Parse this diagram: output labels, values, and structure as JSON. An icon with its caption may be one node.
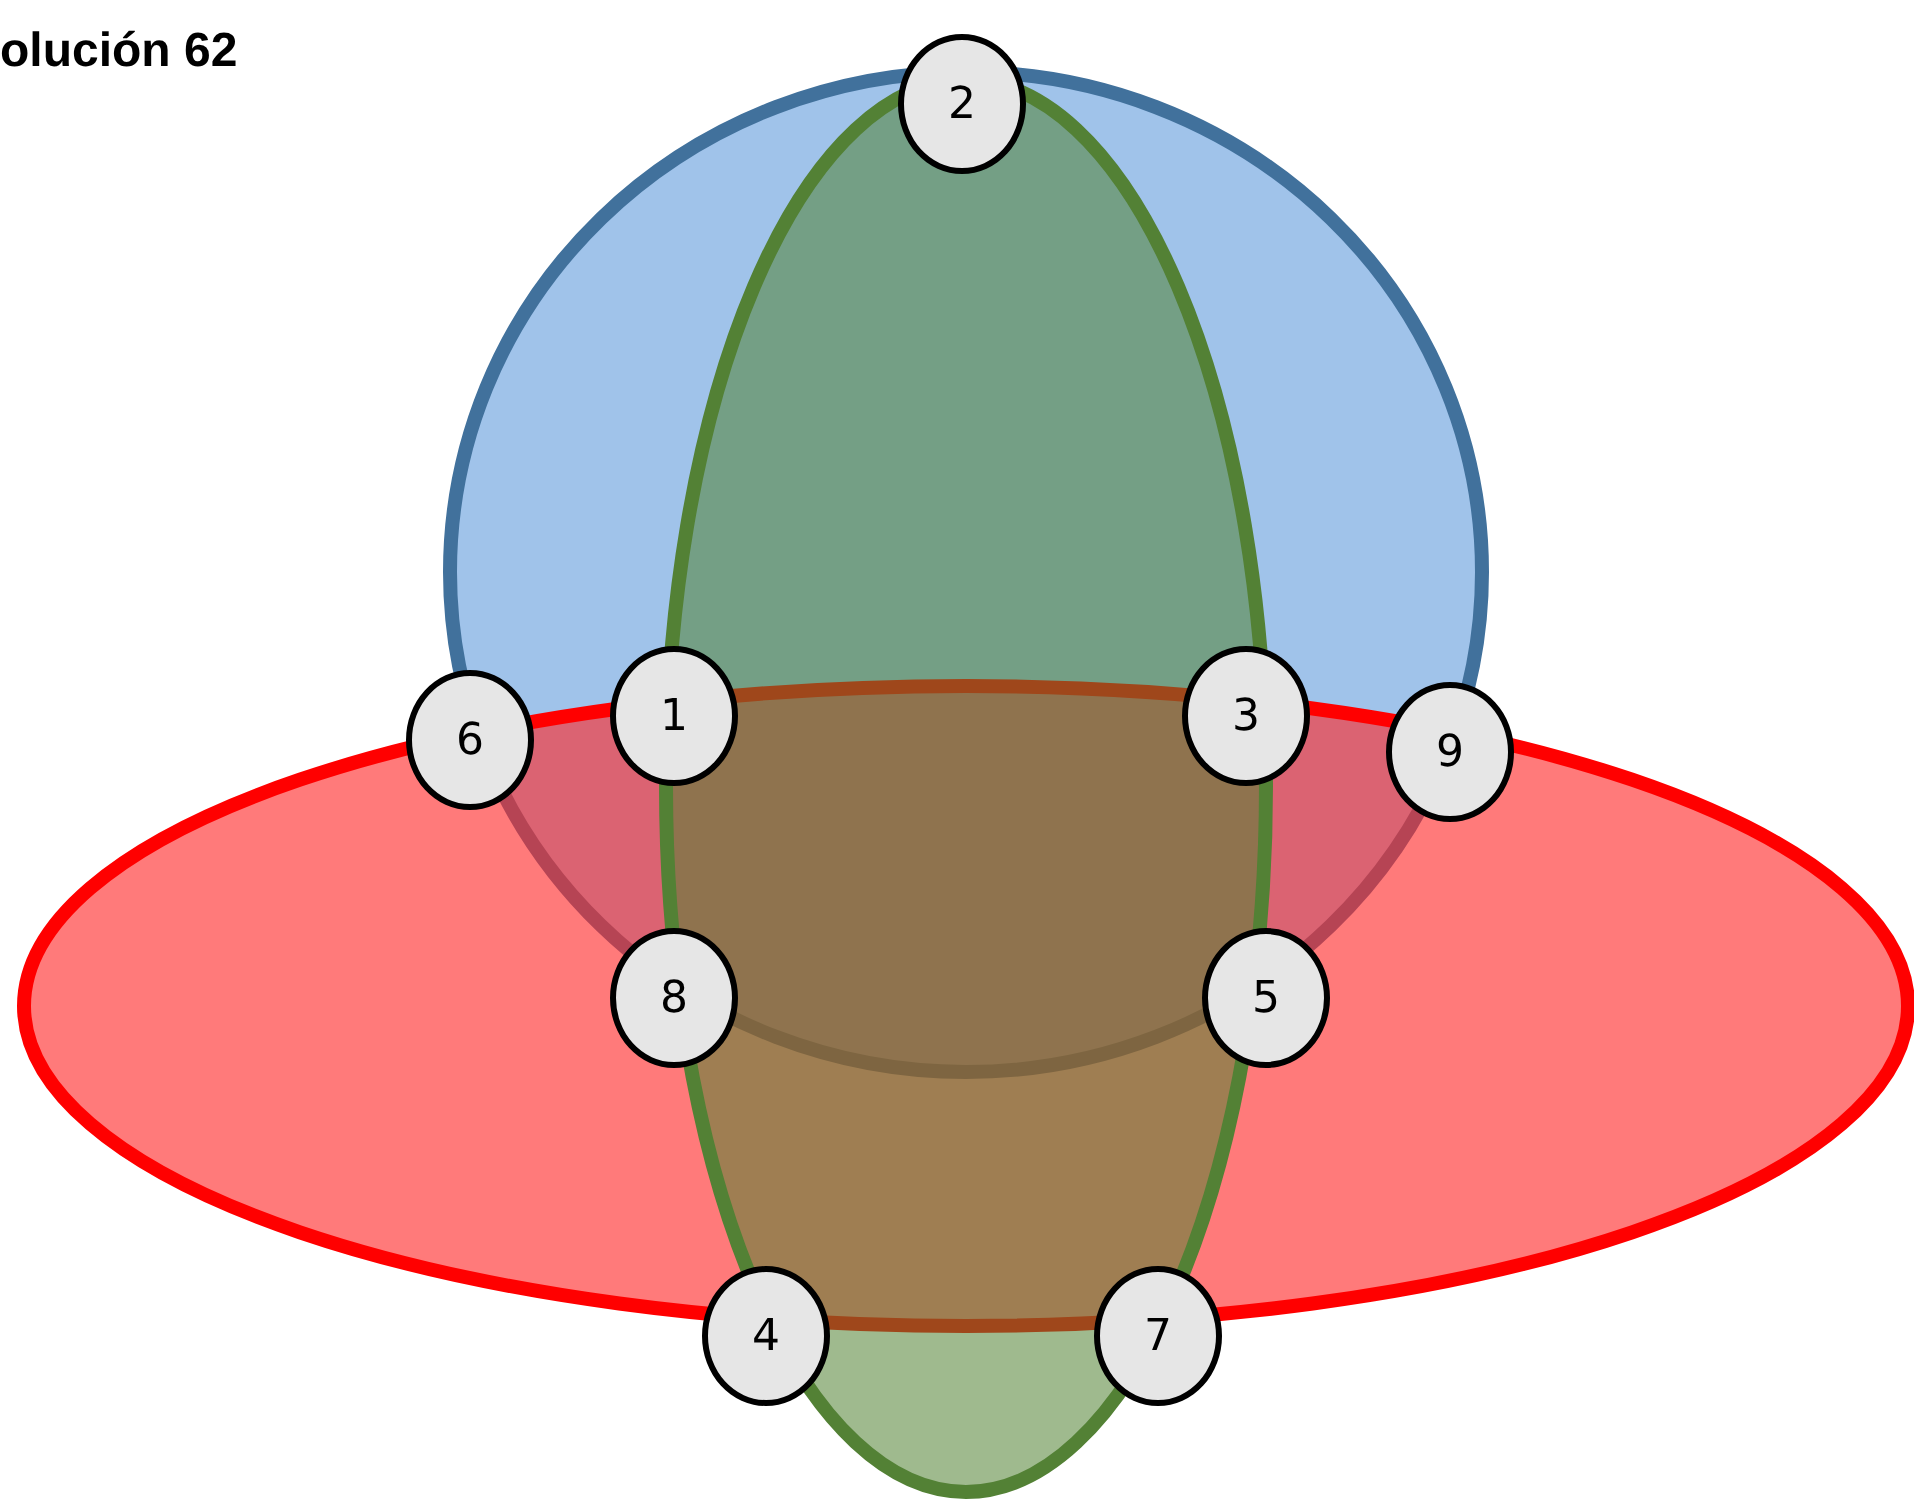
{
  "diagram": {
    "title": "olución 62",
    "nodes": [
      {
        "text": [
          "2"
        ]
      },
      {
        "text": [
          "6"
        ]
      },
      {
        "text": [
          "1"
        ]
      },
      {
        "text": [
          "3"
        ]
      },
      {
        "text": [
          "9"
        ]
      },
      {
        "text": [
          "8"
        ]
      },
      {
        "text": [
          "5"
        ]
      },
      {
        "text": [
          "4"
        ]
      },
      {
        "text": [
          "7"
        ]
      }
    ]
  }
}
